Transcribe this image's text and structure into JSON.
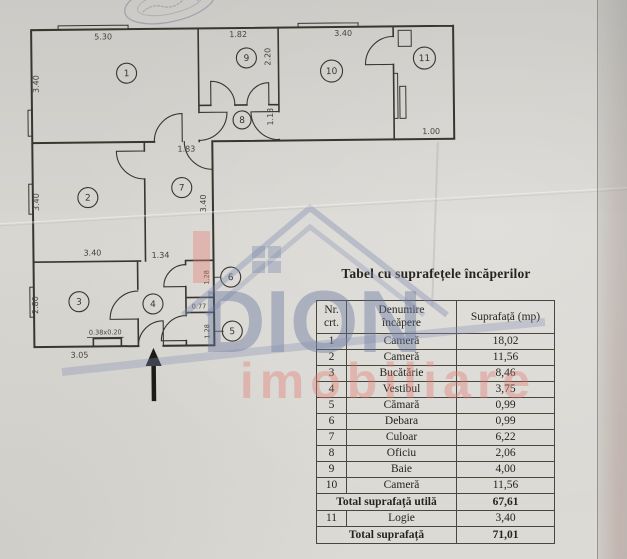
{
  "colors": {
    "paper": "#d8d6d1",
    "ink": "#38362f",
    "watermark_blue": "#8793b4",
    "watermark_red": "#dd7a70"
  },
  "plan": {
    "room_labels": [
      "1",
      "2",
      "3",
      "4",
      "5",
      "6",
      "7",
      "8",
      "9",
      "10",
      "11"
    ],
    "dims": [
      "5.30",
      "1.82",
      "3.40",
      "3.40",
      "2.20",
      "1.13",
      "1.00",
      "1.83",
      "3.40",
      "3.40",
      "3.40",
      "1.34",
      "2.80",
      "3.05",
      "0.38x0.20",
      "0.77",
      "1.28",
      "1.28"
    ]
  },
  "watermark": {
    "brand": "DION",
    "tagline": "imobiliare"
  },
  "table": {
    "title": "Tabel cu suprafețele încăperilor",
    "headers": {
      "nr": [
        "Nr.",
        "crt."
      ],
      "name": [
        "Denumire",
        "încăpere"
      ],
      "area": "Suprafață (mp)"
    },
    "rows": [
      [
        "1",
        "Cameră",
        "18,02"
      ],
      [
        "2",
        "Cameră",
        "11,56"
      ],
      [
        "3",
        "Bucătărie",
        "8,46"
      ],
      [
        "4",
        "Vestibul",
        "3,75"
      ],
      [
        "5",
        "Cămară",
        "0,99"
      ],
      [
        "6",
        "Debara",
        "0,99"
      ],
      [
        "7",
        "Culoar",
        "6,22"
      ],
      [
        "8",
        "Oficiu",
        "2,06"
      ],
      [
        "9",
        "Baie",
        "4,00"
      ],
      [
        "10",
        "Cameră",
        "11,56"
      ]
    ],
    "total_util": {
      "label": "Total suprafață utilă",
      "value": "67,61"
    },
    "logie": [
      "11",
      "Logie",
      "3,40"
    ],
    "total": {
      "label": "Total suprafață",
      "value": "71,01"
    }
  }
}
